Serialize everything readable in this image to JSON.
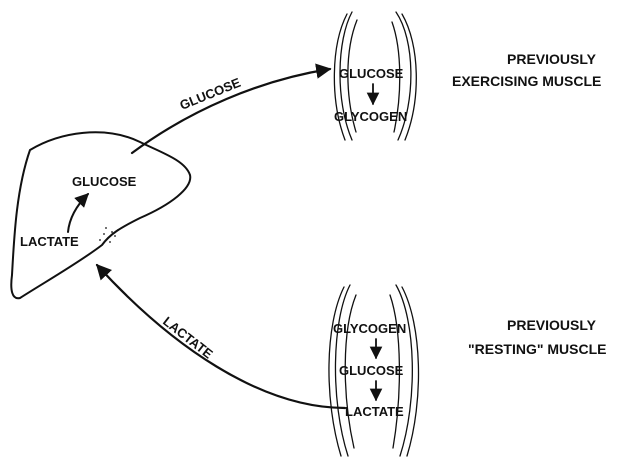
{
  "liver": {
    "top_label": "GLUCOSE",
    "bottom_label": "LACTATE"
  },
  "arrows": {
    "to_exercising": "GLUCOSE",
    "from_resting": "LACTATE"
  },
  "exercising_muscle": {
    "steps": [
      "GLUCOSE",
      "GLYCOGEN"
    ],
    "caption_line1": "PREVIOUSLY",
    "caption_line2": "EXERCISING MUSCLE"
  },
  "resting_muscle": {
    "steps": [
      "GLYCOGEN",
      "GLUCOSE",
      "LACTATE"
    ],
    "caption_line1": "PREVIOUSLY",
    "caption_line2": "\"RESTING\" MUSCLE"
  },
  "colors": {
    "ink": "#111111",
    "background": "#ffffff"
  }
}
